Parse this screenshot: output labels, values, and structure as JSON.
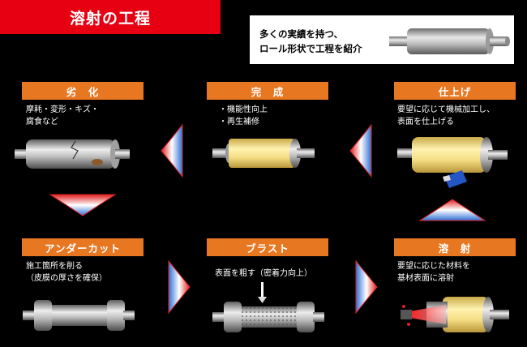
{
  "title": "溶射の工程",
  "intro": {
    "line1": "多くの実績を持つ、",
    "line2": "ロール形状で工程を紹介"
  },
  "stages": [
    {
      "name": "劣　化",
      "desc1": "摩耗・変形・キズ・",
      "desc2": "腐食など"
    },
    {
      "name": "完　成",
      "desc1": "・機能性向上",
      "desc2": "・再生補修"
    },
    {
      "name": "仕上げ",
      "desc1": "要望に応じて機械加工し、",
      "desc2": "表面を仕上げる"
    },
    {
      "name": "アンダーカット",
      "desc1": "施工箇所を削る",
      "desc2": "（皮膜の厚さを確保）"
    },
    {
      "name": "ブラスト",
      "desc1": "表面を粗す（密着力向上）",
      "desc2": ""
    },
    {
      "name": "溶　射",
      "desc1": "要望に応じた材料を",
      "desc2": "基材表面に溶射"
    }
  ],
  "colors": {
    "title_bg": "#e60012",
    "header_bg": "#e87722",
    "coating": "#f7e08a"
  }
}
